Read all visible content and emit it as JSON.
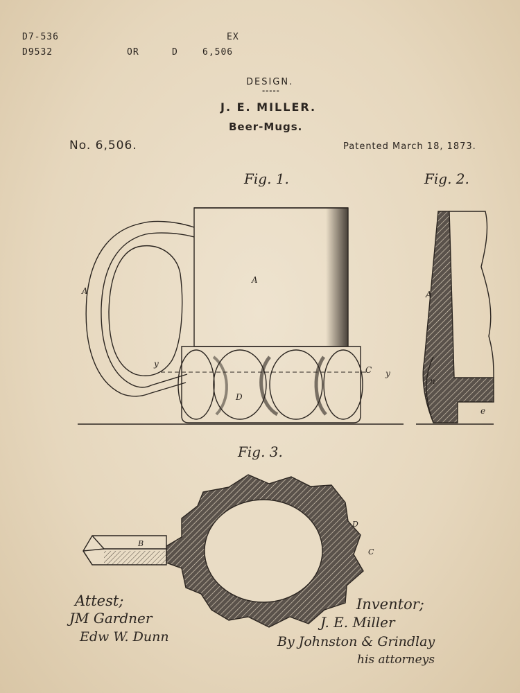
{
  "header": {
    "code1": "D7-536",
    "code2": "D9532",
    "ex": "EX",
    "or": "OR",
    "d": "D",
    "num": "6,506"
  },
  "title": {
    "design": "DESIGN.",
    "dashes": "-----",
    "inventor_name": "J. E. MILLER.",
    "subject": "Beer-Mugs.",
    "patent_no": "No. 6,506.",
    "patented": "Patented March 18, 1873."
  },
  "figures": {
    "fig1": "Fig. 1.",
    "fig2": "Fig. 2.",
    "fig3": "Fig. 3.",
    "labels": {
      "A": "A",
      "B": "B",
      "C": "C",
      "D": "D",
      "e": "e",
      "y": "y",
      "n": "n"
    }
  },
  "signatures": {
    "attest": "Attest;",
    "witness1": "JM Gardner",
    "witness2": "Edw W. Dunn",
    "inventor_label": "Inventor;",
    "inventor_sig": "J. E. Miller",
    "by_line": "By Johnston & Grindlay",
    "attorneys": "his attorneys"
  },
  "colors": {
    "paper": "#e9dcc5",
    "ink": "#2b2520"
  }
}
